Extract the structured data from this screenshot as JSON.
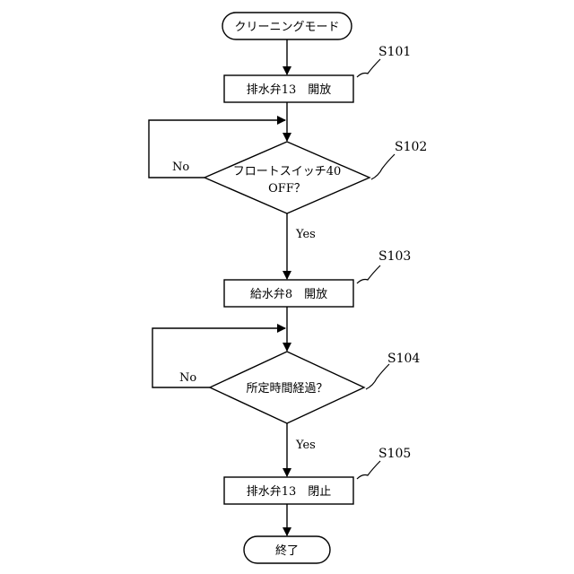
{
  "diagram": {
    "start": "クリーニングモード",
    "end": "終了",
    "steps": [
      {
        "id": "S101",
        "text": "排水弁13　開放"
      },
      {
        "id": "S102",
        "line1": "フロートスイッチ40",
        "line2": "OFF？"
      },
      {
        "id": "S103",
        "text": "給水弁8　開放"
      },
      {
        "id": "S104",
        "text": "所定時間経過？"
      },
      {
        "id": "S105",
        "text": "排水弁13　閉止"
      }
    ],
    "branch_labels": {
      "no": "No",
      "yes": "Yes"
    }
  }
}
